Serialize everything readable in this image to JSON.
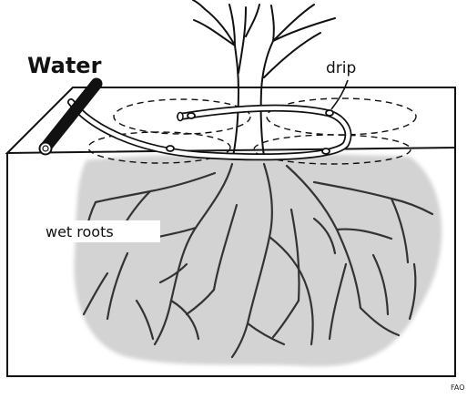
{
  "labels": {
    "water": "Water",
    "drip": "drip",
    "wet_roots": "wet roots",
    "credit": "FAO"
  },
  "colors": {
    "ink": "#111111",
    "wet_soil": "#d3d3d3",
    "background": "#ffffff"
  },
  "icons": {
    "hose": "black-hose",
    "emitter": "drip-emitter-dot"
  }
}
